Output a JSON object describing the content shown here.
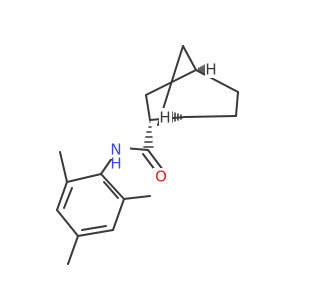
{
  "molecule": {
    "atoms": {
      "N": {
        "symbol": "N",
        "hydrogen": "H",
        "color": "#3b4bd6"
      },
      "O": {
        "symbol": "O",
        "color": "#e02020"
      },
      "H1": {
        "symbol": "H",
        "color": "#3a3a3a"
      },
      "H2": {
        "symbol": "H",
        "color": "#3a3a3a"
      }
    },
    "bond_color": "#3a3a3a"
  }
}
